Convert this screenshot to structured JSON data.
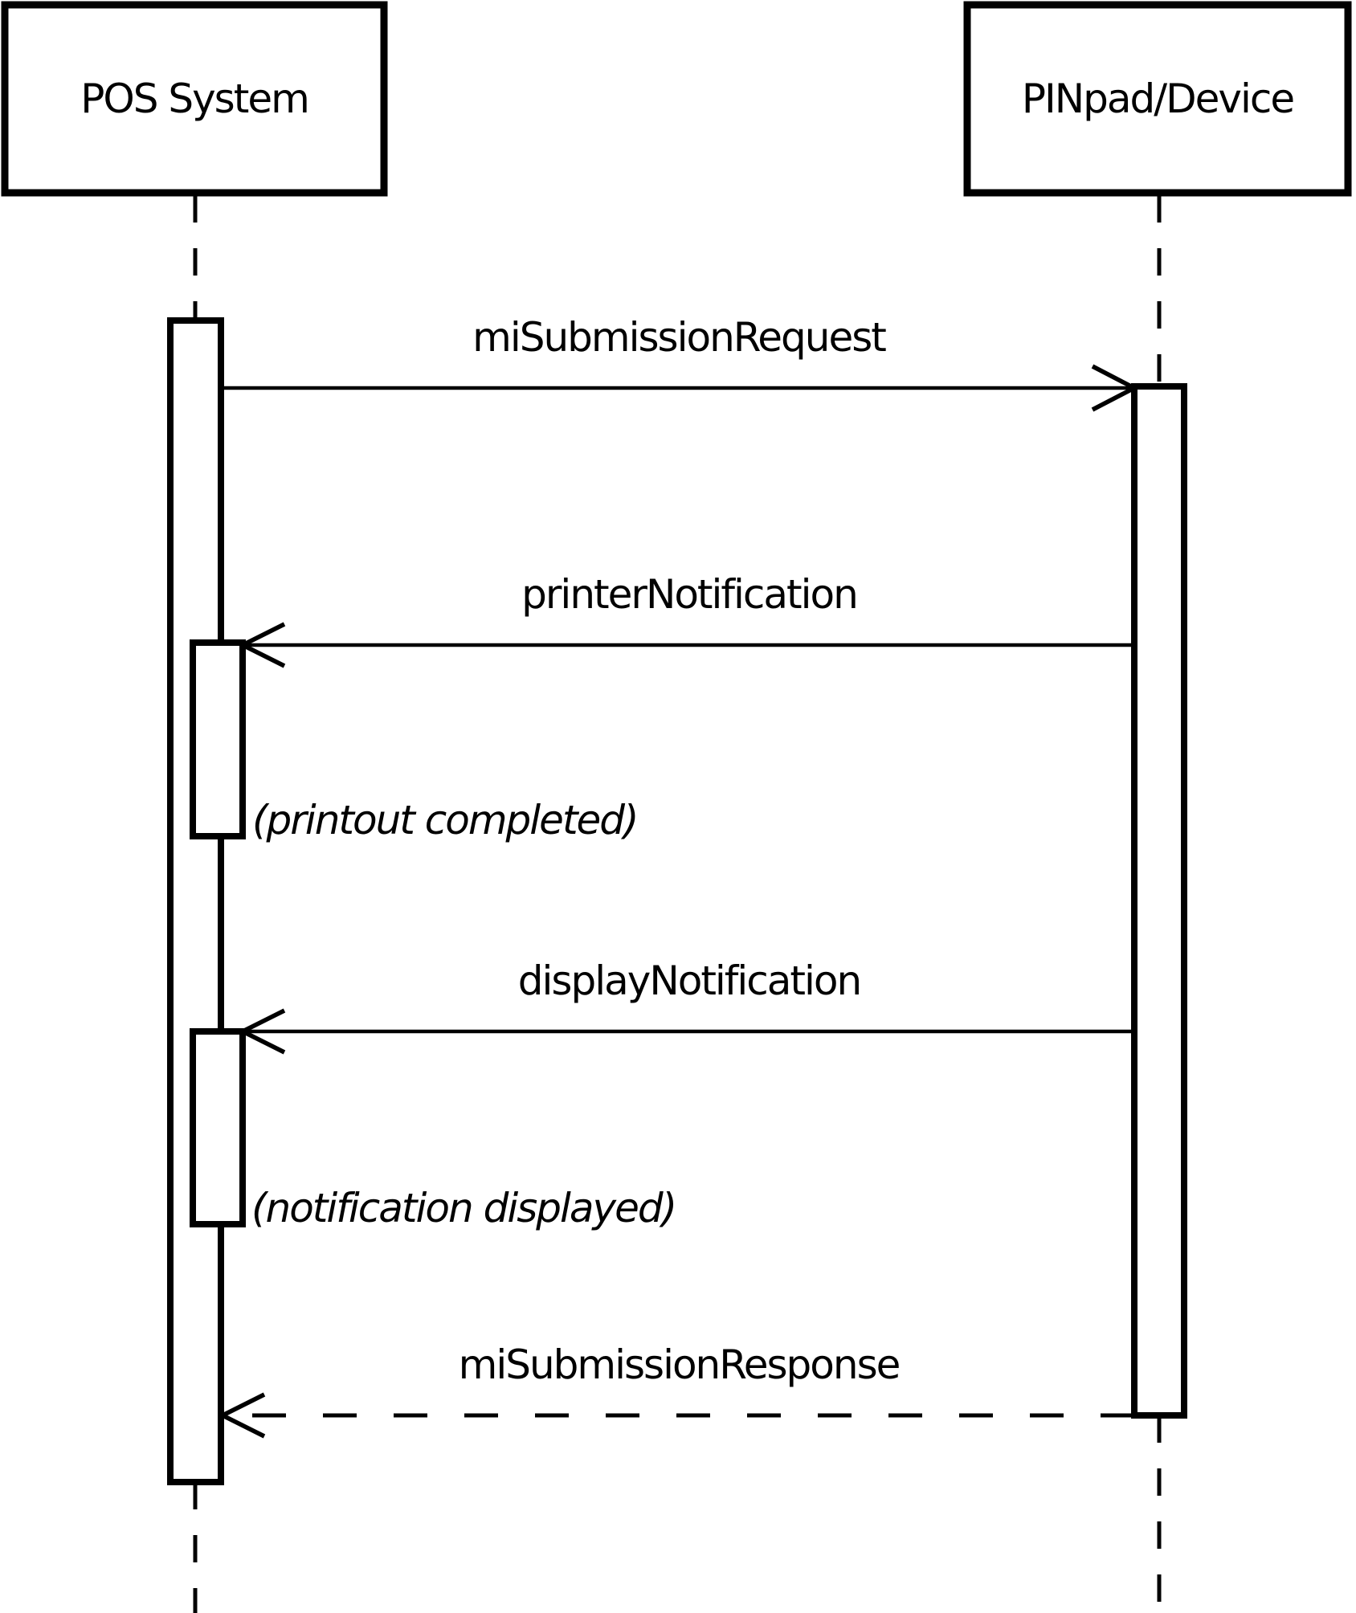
{
  "diagram": {
    "type": "uml-sequence-diagram",
    "colors": {
      "stroke": "#000000",
      "background": "#ffffff"
    },
    "actors": [
      {
        "name": "POS System"
      },
      {
        "name": "PINpad/Device"
      }
    ],
    "messages": [
      {
        "label": "miSubmissionRequest",
        "from": "POS System",
        "to": "PINpad/Device",
        "line_style": "solid",
        "arrow_style": "open"
      },
      {
        "label": "printerNotification",
        "from": "PINpad/Device",
        "to": "POS System",
        "line_style": "solid",
        "arrow_style": "open"
      },
      {
        "label": "displayNotification",
        "from": "PINpad/Device",
        "to": "POS System",
        "line_style": "solid",
        "arrow_style": "open"
      },
      {
        "label": "miSubmissionResponse",
        "from": "PINpad/Device",
        "to": "POS System",
        "line_style": "dashed",
        "arrow_style": "open"
      }
    ],
    "annotations": [
      {
        "text": "(printout completed)"
      },
      {
        "text": "(notification displayed)"
      }
    ]
  }
}
